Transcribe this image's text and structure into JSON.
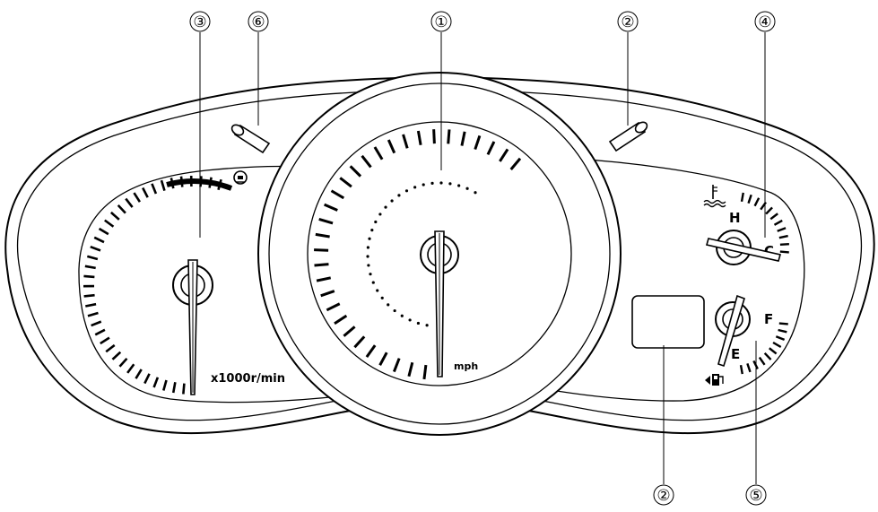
{
  "callouts": [
    {
      "label": "①",
      "name": "speedometer"
    },
    {
      "label": "②",
      "name": "odometer-trip-knob"
    },
    {
      "label": "③",
      "name": "tachometer"
    },
    {
      "label": "④",
      "name": "engine-coolant-temperature-gauge"
    },
    {
      "label": "②",
      "name": "odometer-display"
    },
    {
      "label": "⑤",
      "name": "fuel-gauge"
    },
    {
      "label": "⑥",
      "name": "dashboard-illumination-knob"
    }
  ],
  "tachometer": {
    "unit_label": "x1000r/min"
  },
  "speedometer": {
    "unit_label": "mph"
  },
  "temperature": {
    "hot_label": "H",
    "cold_label": "C"
  },
  "fuel": {
    "full_label": "F",
    "empty_label": "E"
  }
}
